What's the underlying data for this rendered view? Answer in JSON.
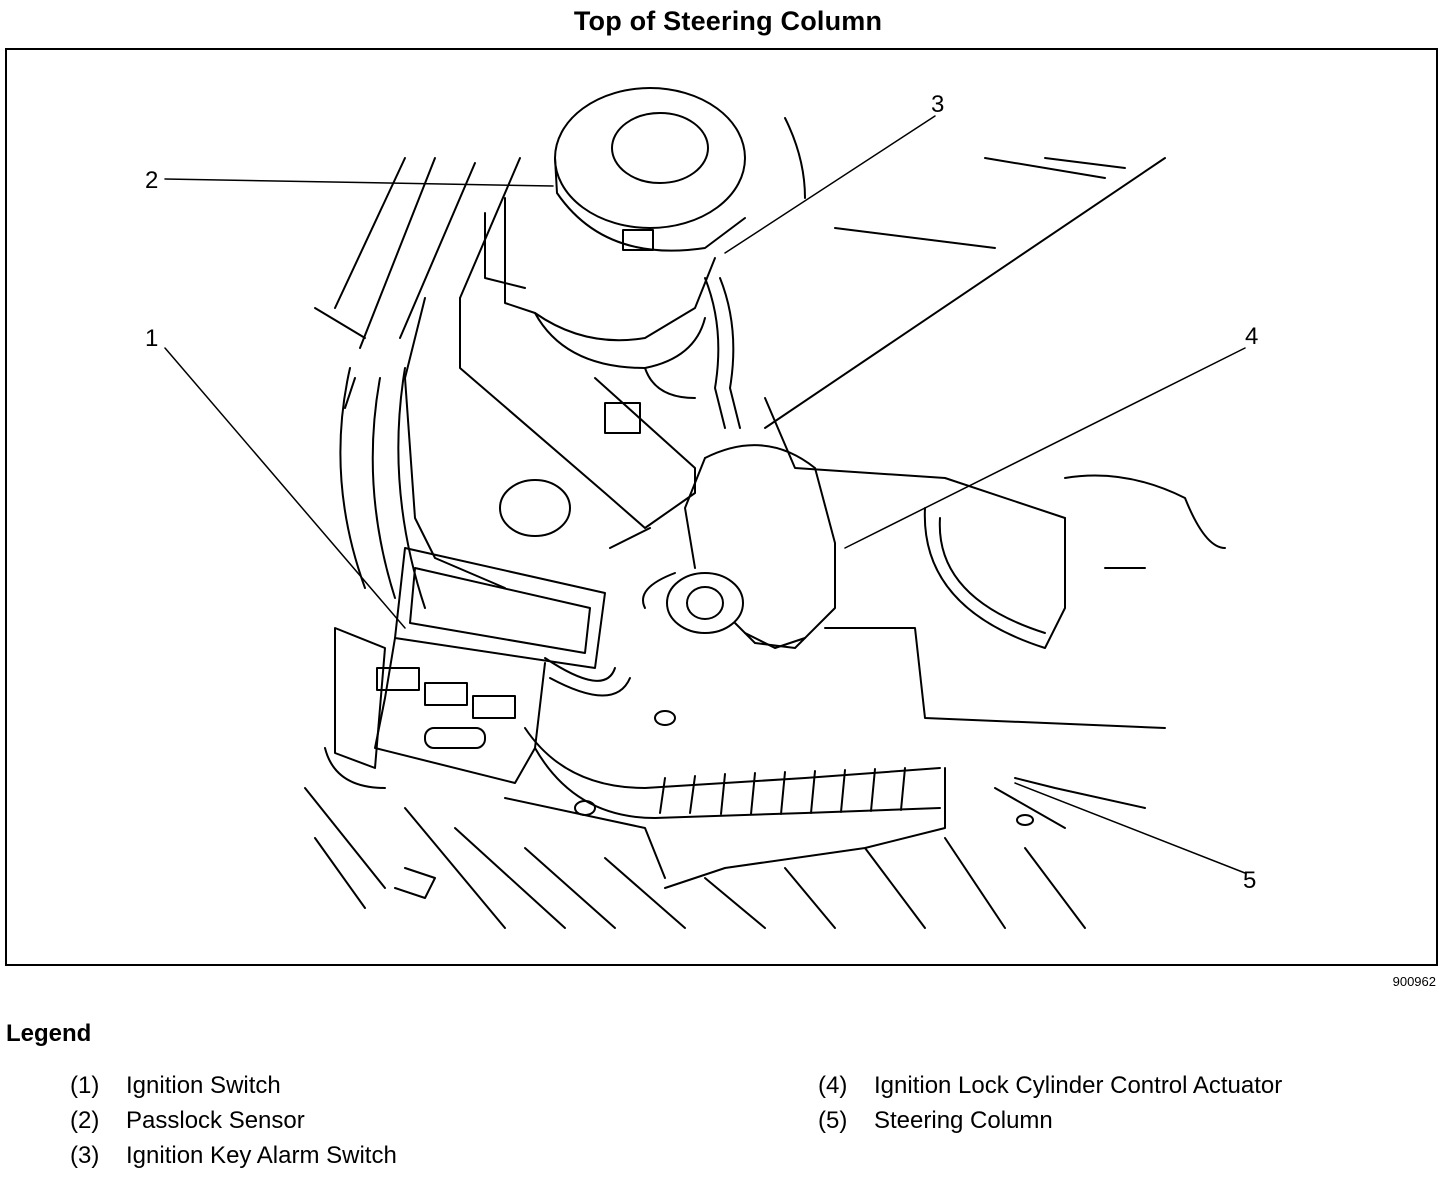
{
  "figure": {
    "title": "Top of Steering Column",
    "figure_id": "900962",
    "callouts": [
      "1",
      "2",
      "3",
      "4",
      "5"
    ]
  },
  "legend": {
    "title": "Legend",
    "items": [
      {
        "num": "(1)",
        "label": "Ignition Switch"
      },
      {
        "num": "(2)",
        "label": "Passlock Sensor"
      },
      {
        "num": "(3)",
        "label": "Ignition Key Alarm Switch"
      },
      {
        "num": "(4)",
        "label": "Ignition Lock Cylinder Control Actuator"
      },
      {
        "num": "(5)",
        "label": "Steering Column"
      }
    ]
  },
  "colors": {
    "line": "#000000",
    "background": "#ffffff"
  }
}
